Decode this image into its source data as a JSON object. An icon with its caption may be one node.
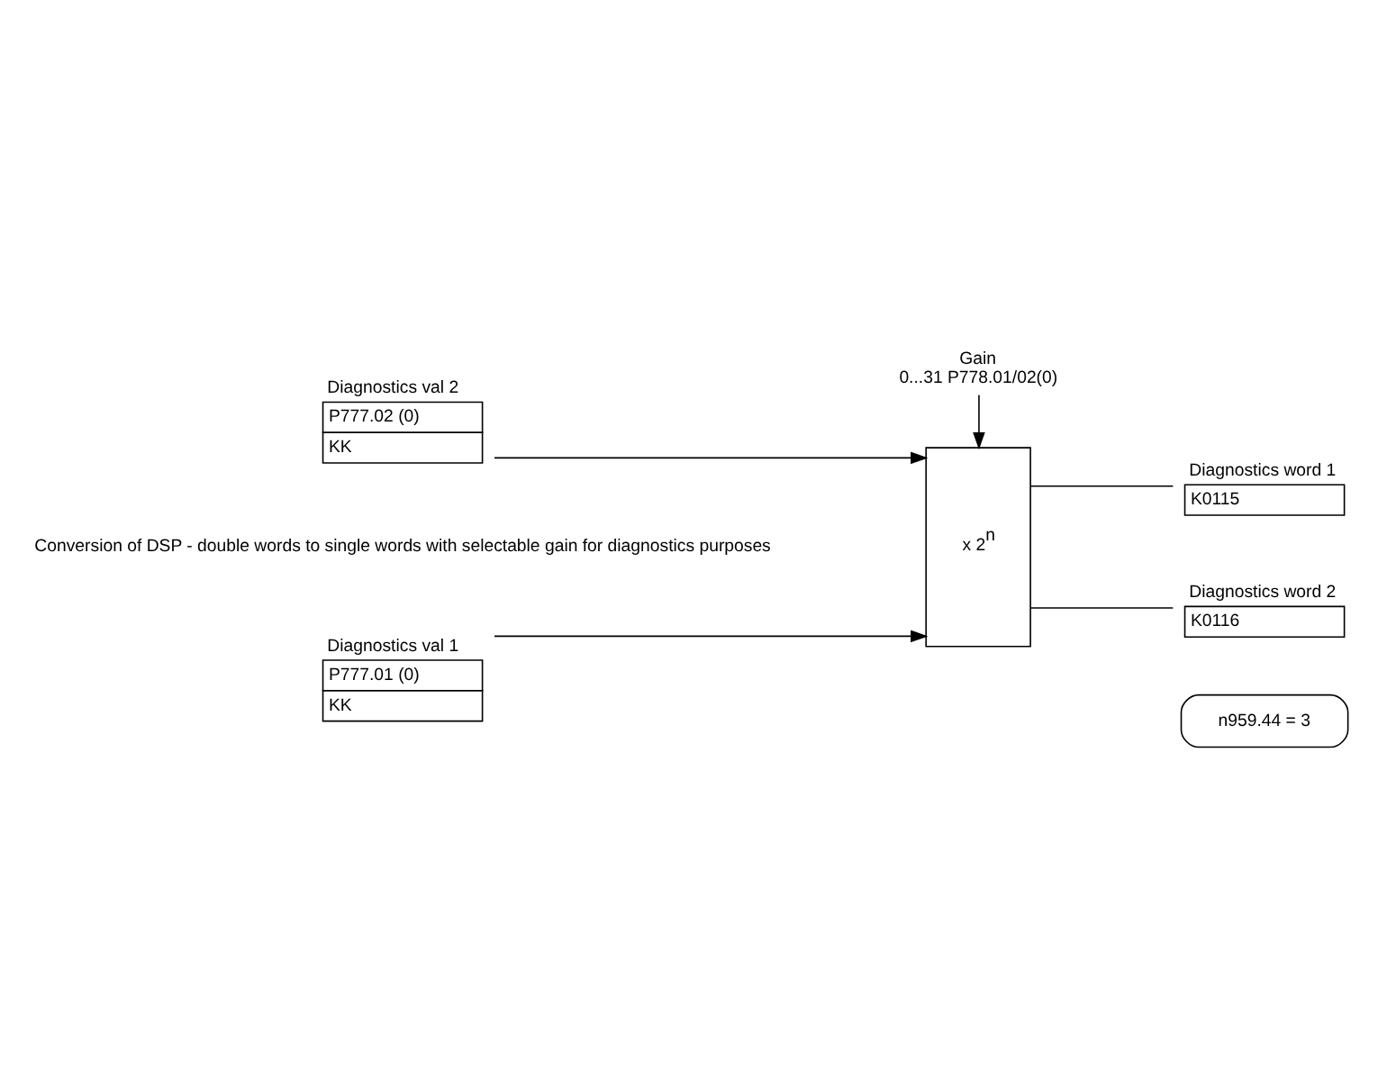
{
  "diagram": {
    "nodes": [
      {
        "text": [
          "n959.44 = 3"
        ]
      },
      {
        "text": [
          "Diagnostics val 1",
          "P777.01 (0)",
          "KK"
        ]
      },
      {
        "text": [
          "Diagnostics val 2",
          "P777.02 (0)",
          "KK"
        ]
      },
      {
        "text": [
          "Gain",
          "0...31 P778.01/02(0)"
        ]
      },
      {
        "text": [
          "x 2$^{n}$"
        ]
      },
      {
        "text": [
          "Diagnostics word 1",
          "K0115"
        ]
      },
      {
        "text": [
          "Diagnostics word 2",
          "K0116"
        ]
      }
    ],
    "edges": [
      {
        "from": 1,
        "to": 4,
        "arrow": "to"
      },
      {
        "from": 2,
        "to": 4,
        "arrow": "to"
      },
      {
        "from": 3,
        "to": 4,
        "arrow": "to"
      },
      {
        "from": 4,
        "to": 5,
        "arrow": "none"
      },
      {
        "from": 4,
        "to": 6,
        "arrow": "none"
      }
    ],
    "labels": [
      "Conversion of DSP - double words to single words with selectable gain for diagnostics purposes"
    ]
  }
}
